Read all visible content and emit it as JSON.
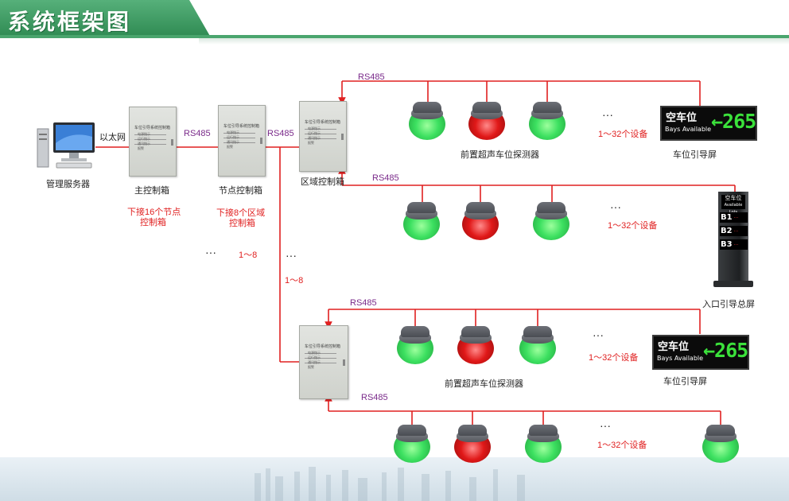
{
  "header": {
    "title": "系统框架图"
  },
  "labels": {
    "server": "管理服务器",
    "ethernet": "以太网",
    "main_box": "主控制箱",
    "main_note_1": "下接16个节点",
    "main_note_2": "控制箱",
    "node_box": "节点控制箱",
    "node_note_1": "下接8个区域",
    "node_note_2": "控制箱",
    "zone_box": "区域控制箱",
    "rs485": "RS485",
    "ellipsis": "···",
    "range_1_8": "1～8",
    "range_devices": "1～32个设备",
    "detector": "前置超声车位探测器",
    "guide_screen": "车位引导屏",
    "entrance_screen": "入口引导总屏",
    "box_heading": "车位引导系统控制箱",
    "box_lines": [
      "电源指示",
      "运行指示",
      "通讯指示",
      "报警"
    ]
  },
  "sign": {
    "title": "空车位",
    "subtitle": "Bays Available",
    "value": "←265"
  },
  "tower": {
    "title": "空车位",
    "subtitle": "Available Lots",
    "rows": [
      {
        "floor": "B1",
        "count": "···"
      },
      {
        "floor": "B2",
        "count": "···"
      },
      {
        "floor": "B3",
        "count": "···"
      }
    ]
  },
  "colors": {
    "wire": "#e02020",
    "rs485_text": "#7a2a8a",
    "header": "#3c9a61",
    "detector_free": "#3ce060",
    "detector_occupied": "#e01818"
  }
}
